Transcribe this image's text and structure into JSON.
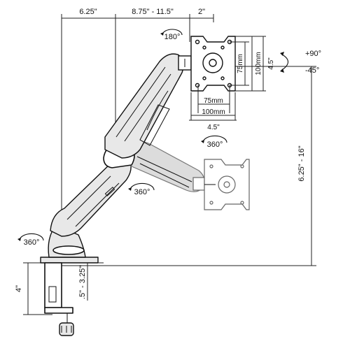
{
  "dimensions": {
    "base_offset": "6.25\"",
    "arm_reach": "8.75\" - 11.5\"",
    "head_offset": "2\"",
    "height_range": "6.25\" - 16\"",
    "clamp_height": "4\"",
    "desk_thickness": ".5\" - 3.25\"",
    "plate_width": "4.5\"",
    "plate_height": "4.5\""
  },
  "vesa": {
    "small_h": "75mm",
    "large_h": "100mm",
    "small_v": "75mm",
    "large_v": "100mm"
  },
  "rotations": {
    "head": "180°",
    "ghost_head": "360°",
    "elbow": "360°",
    "base": "360°"
  },
  "tilt": {
    "up": "+90°",
    "down": "-45°"
  }
}
